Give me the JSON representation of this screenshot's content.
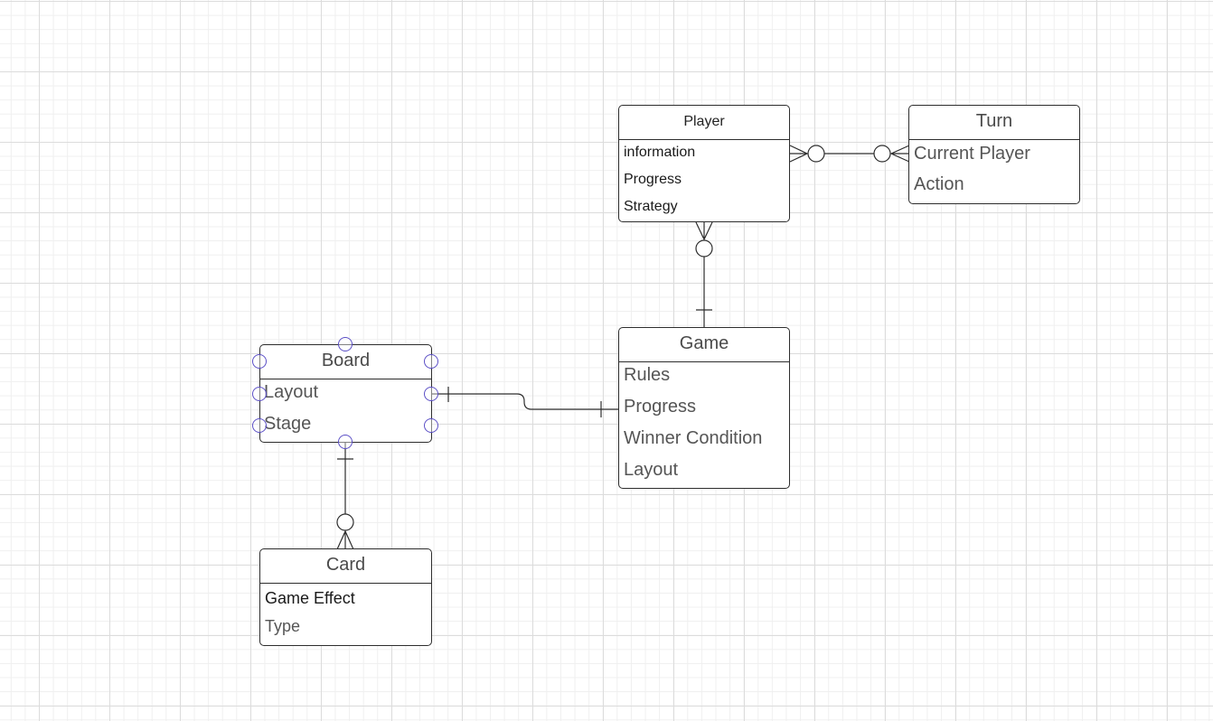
{
  "entities": {
    "player": {
      "title": "Player",
      "fields": [
        "information",
        "Progress",
        "Strategy"
      ]
    },
    "turn": {
      "title": "Turn",
      "fields": [
        "Current Player",
        "Action"
      ]
    },
    "game": {
      "title": "Game",
      "fields": [
        "Rules",
        "Progress",
        "Winner Condition",
        "Layout"
      ]
    },
    "board": {
      "title": "Board",
      "fields": [
        "Layout",
        "Stage"
      ]
    },
    "card": {
      "title": "Card",
      "fields": [
        "Game Effect",
        "Type"
      ]
    }
  },
  "relationships": [
    {
      "from": "player",
      "to": "turn",
      "from_cardinality": "zero-or-many",
      "to_cardinality": "zero-or-many"
    },
    {
      "from": "player",
      "to": "game",
      "from_cardinality": "zero-or-many",
      "to_cardinality": "one"
    },
    {
      "from": "board",
      "to": "game",
      "from_cardinality": "one",
      "to_cardinality": "one"
    },
    {
      "from": "board",
      "to": "card",
      "from_cardinality": "one",
      "to_cardinality": "zero-or-many"
    }
  ],
  "selection": {
    "selected_entity": "board"
  },
  "colors": {
    "line": "#2d2d2d",
    "selection_handle": "#5b4fc6",
    "grid": "#dcdcdc"
  }
}
